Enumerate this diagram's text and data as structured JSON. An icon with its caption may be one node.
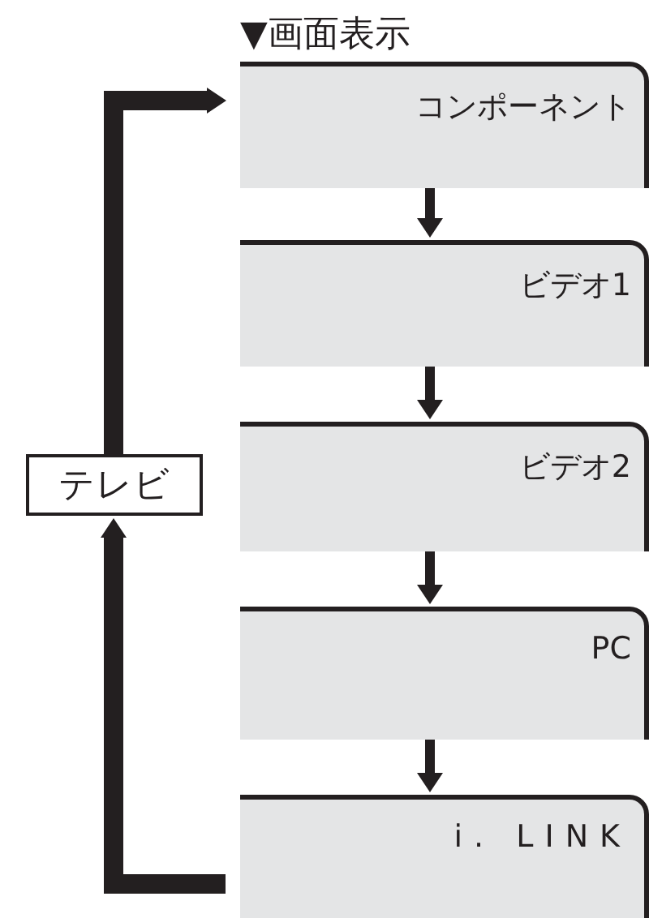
{
  "diagram": {
    "title": "▼画面表示",
    "nodes": [
      {
        "text": [
          "コンポーネント"
        ]
      },
      {
        "text": [
          "ビデオ1"
        ]
      },
      {
        "text": [
          "ビデオ2"
        ]
      },
      {
        "text": [
          "PC"
        ]
      },
      {
        "text": [
          "i. LINK"
        ]
      },
      {
        "text": [
          "テレビ"
        ]
      }
    ],
    "edges": [
      {
        "from": 0,
        "to": 1,
        "arrow": "to"
      },
      {
        "from": 1,
        "to": 2,
        "arrow": "to"
      },
      {
        "from": 2,
        "to": 3,
        "arrow": "to"
      },
      {
        "from": 3,
        "to": 4,
        "arrow": "to"
      },
      {
        "from": 5,
        "to": 0,
        "arrow": "to",
        "style": "thick"
      },
      {
        "from": 4,
        "to": 5,
        "arrow": "to",
        "style": "thick"
      }
    ]
  }
}
